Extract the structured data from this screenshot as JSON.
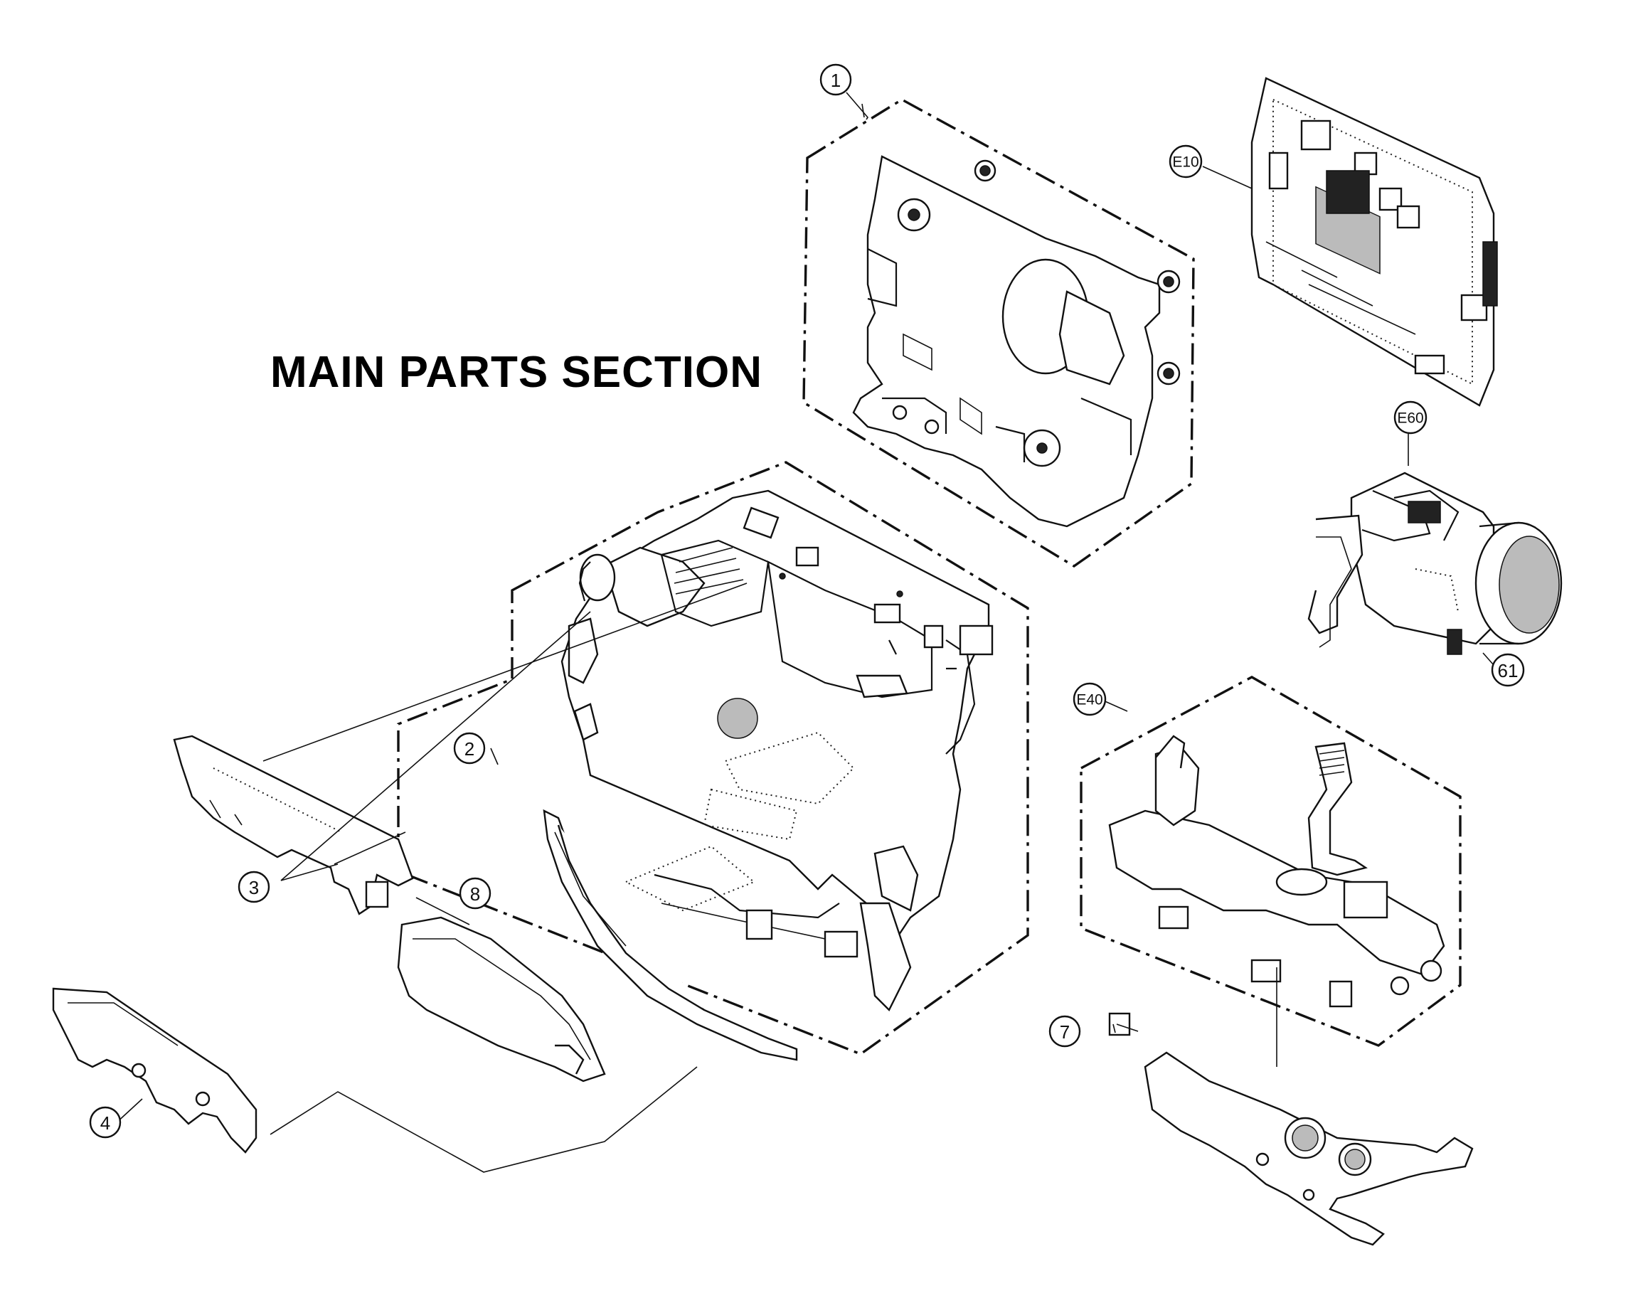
{
  "title": "MAIN PARTS SECTION",
  "callouts": {
    "c1": "1",
    "c2": "2",
    "c3": "3",
    "c4": "4",
    "c7": "7",
    "c8": "8",
    "e10": "E10",
    "e40": "E40",
    "e60": "E60",
    "c61": "61"
  }
}
